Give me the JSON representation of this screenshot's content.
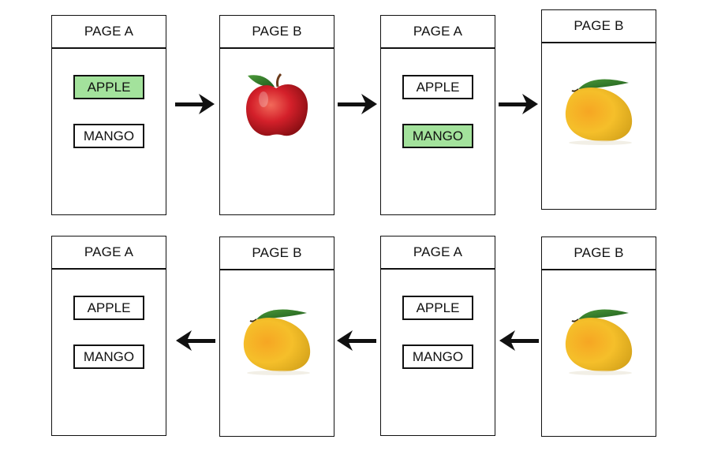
{
  "diagram": {
    "top_row": [
      {
        "title": "PAGE A",
        "type": "menu",
        "items": [
          {
            "label": "APPLE",
            "selected": true
          },
          {
            "label": "MANGO",
            "selected": false
          }
        ]
      },
      {
        "title": "PAGE B",
        "type": "image",
        "image": "apple"
      },
      {
        "title": "PAGE A",
        "type": "menu",
        "items": [
          {
            "label": "APPLE",
            "selected": false
          },
          {
            "label": "MANGO",
            "selected": true
          }
        ]
      },
      {
        "title": "PAGE B",
        "type": "image",
        "image": "mango"
      }
    ],
    "bottom_row": [
      {
        "title": "PAGE A",
        "type": "menu",
        "items": [
          {
            "label": "APPLE",
            "selected": false
          },
          {
            "label": "MANGO",
            "selected": false
          }
        ]
      },
      {
        "title": "PAGE B",
        "type": "image",
        "image": "mango"
      },
      {
        "title": "PAGE A",
        "type": "menu",
        "items": [
          {
            "label": "APPLE",
            "selected": false
          },
          {
            "label": "MANGO",
            "selected": false
          }
        ]
      },
      {
        "title": "PAGE B",
        "type": "image",
        "image": "mango"
      }
    ],
    "arrows": {
      "top_row": "right",
      "bottom_row": "left"
    },
    "colors": {
      "selected": "#a3e29c",
      "border": "#111111"
    }
  }
}
